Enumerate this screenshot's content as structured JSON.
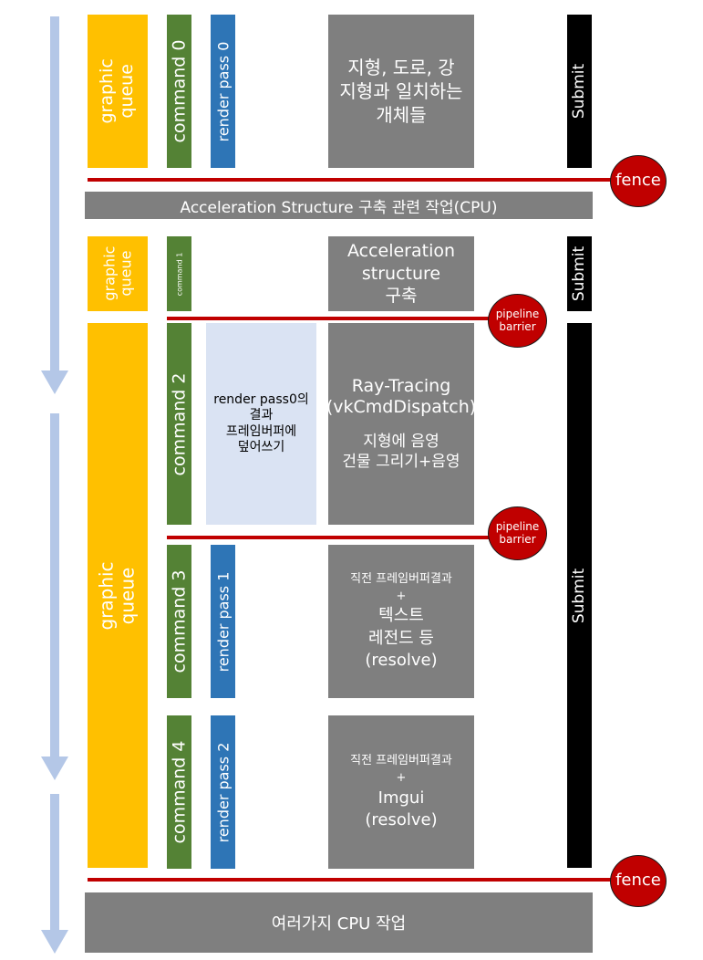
{
  "queues": {
    "q1": "graphic\nqueue",
    "q2": "graphic\nqueue",
    "q3": "graphic\nqueue"
  },
  "commands": {
    "c0": "command 0",
    "c1": "command 1",
    "c2": "command 2",
    "c3": "command 3",
    "c4": "command 4"
  },
  "render_passes": {
    "rp0": "render pass 0",
    "rp1": "render pass 1",
    "rp2": "render pass 2"
  },
  "overwrite_note": "render pass0의\n결과\n프레임버퍼에\n덮어쓰기",
  "work": {
    "w0": "지형, 도로, 강\n지형과 일치하는\n개체들",
    "w1": "Acceleration\nstructure\n구축",
    "w2_title": "Ray-Tracing\n(vkCmdDispatch)",
    "w2_body": "지형에 음영\n건물 그리기+음영",
    "w3_small": "직전 프레임버퍼결과\n+",
    "w3_large": "텍스트\n레전드 등\n(resolve)",
    "w4_small": "직전 프레임버퍼결과\n+",
    "w4_large": "Imgui\n(resolve)"
  },
  "submits": {
    "s0": "Submit",
    "s1": "Submit",
    "s2": "Submit"
  },
  "cpu_bars": {
    "accel": "Acceleration Structure 구축 관련 작업(CPU)",
    "misc": "여러가지 CPU 작업"
  },
  "sync": {
    "fence_top": "fence",
    "fence_bottom": "fence",
    "barrier_1": "pipeline\nbarrier",
    "barrier_2": "pipeline\nbarrier"
  },
  "colors": {
    "queue": "#ffc000",
    "command": "#548235",
    "render_pass": "#2e75b6",
    "work": "#7f7f7f",
    "submit": "#000000",
    "sync": "#c00000",
    "timeline": "#b4c7e7"
  }
}
